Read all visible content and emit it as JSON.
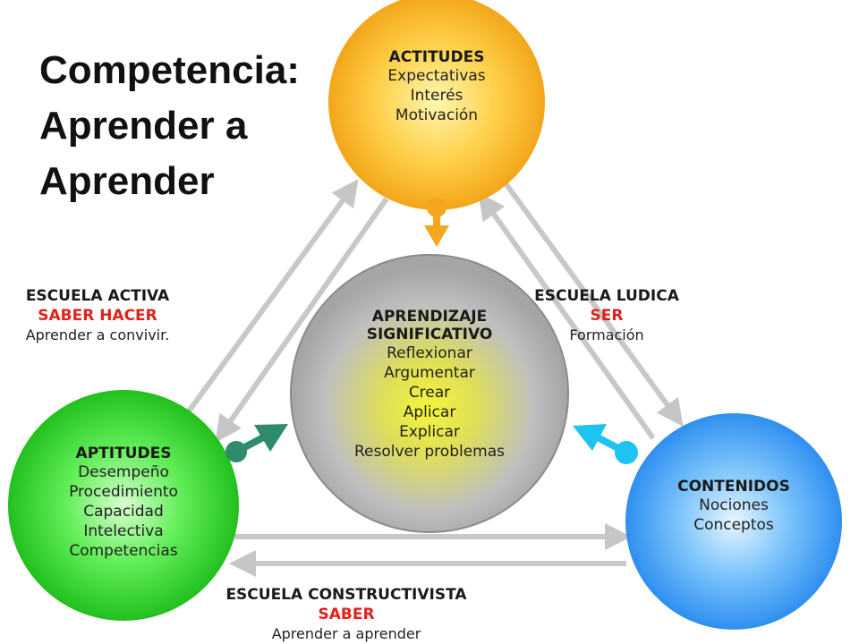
{
  "title": {
    "lines": [
      "Competencia:",
      "Aprender a",
      "Aprender"
    ]
  },
  "actitudes": {
    "heading": "ACTITUDES",
    "items": [
      "Expectativas",
      "Interés",
      "Motivación"
    ]
  },
  "aprendizaje": {
    "heading_lines": [
      "APRENDIZAJE",
      "SIGNIFICATIVO"
    ],
    "items": [
      "Reflexionar",
      "Argumentar",
      "Crear",
      "Aplicar",
      "Explicar",
      "Resolver problemas"
    ]
  },
  "aptitudes": {
    "heading": "APTITUDES",
    "items": [
      "Desempeño",
      "Procedimiento",
      "Capacidad",
      "Intelectiva",
      "Competencias"
    ]
  },
  "contenidos": {
    "heading": "CONTENIDOS",
    "items": [
      "Nociones",
      "Conceptos"
    ]
  },
  "escuela_activa": {
    "name": "ESCUELA ACTIVA",
    "focus": "SABER HACER",
    "desc": "Aprender a convivir."
  },
  "escuela_ludica": {
    "name": "ESCUELA LUDICA",
    "focus": "SER",
    "desc": "Formación"
  },
  "escuela_constructivista": {
    "name": "ESCUELA CONSTRUCTIVISTA",
    "focus": "SABER",
    "desc": "Aprender a aprender"
  },
  "colors": {
    "actitudes": "#f6b21f",
    "aprendizaje_center": "#ecec2a",
    "aprendizaje_edge": "#a9a9a9",
    "aptitudes": "#2fd12a",
    "contenidos": "#3f9cf0",
    "arrow_gray": "#c4c4c4",
    "arrow_green": "#2e8b6b",
    "arrow_cyan": "#1ec4f0",
    "arrow_orange": "#f5a61c",
    "focus_red": "#e0221c"
  }
}
